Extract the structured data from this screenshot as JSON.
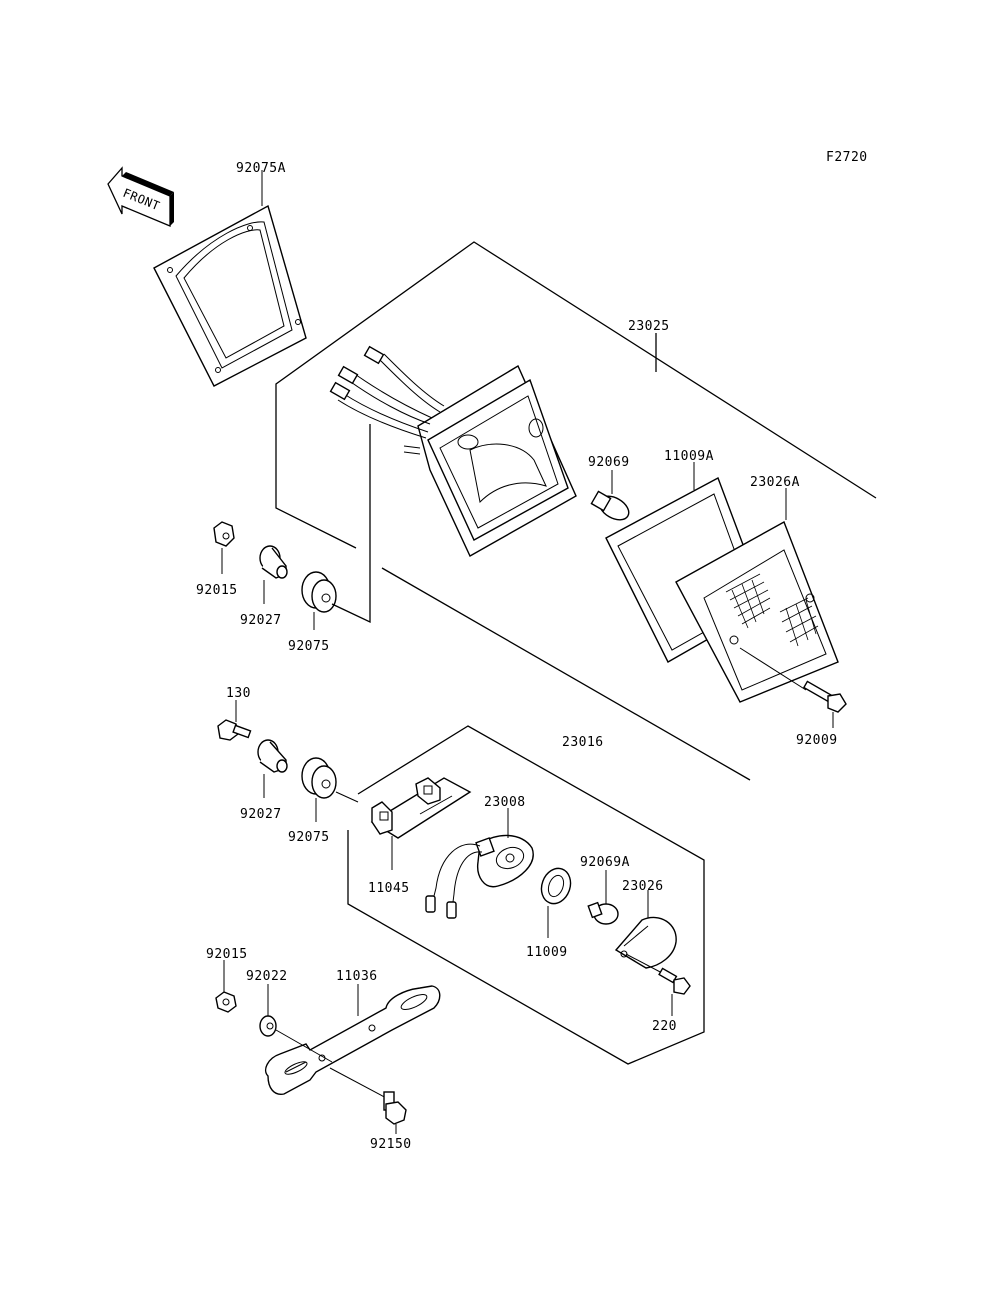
{
  "figure_id": "F2720",
  "front_arrow": "FRONT",
  "labels": {
    "gasket_92075A": "92075A",
    "assy_23025": "23025",
    "bulb_92069": "92069",
    "gasket_11009A": "11009A",
    "lens_23026A": "23026A",
    "nut_92015_top": "92015",
    "collar_92027_top": "92027",
    "damper_92075_top": "92075",
    "screw_92009": "92009",
    "bolt_130": "130",
    "assy_23016": "23016",
    "collar_92027_mid": "92027",
    "damper_92075_mid": "92075",
    "socket_23008": "23008",
    "bracket_11045": "11045",
    "bulb_92069A": "92069A",
    "lens_23026": "23026",
    "gasket_11009": "11009",
    "nut_92015_bot": "92015",
    "washer_92022": "92022",
    "bracket_11036": "11036",
    "screw_220": "220",
    "bolt_92150": "92150"
  }
}
